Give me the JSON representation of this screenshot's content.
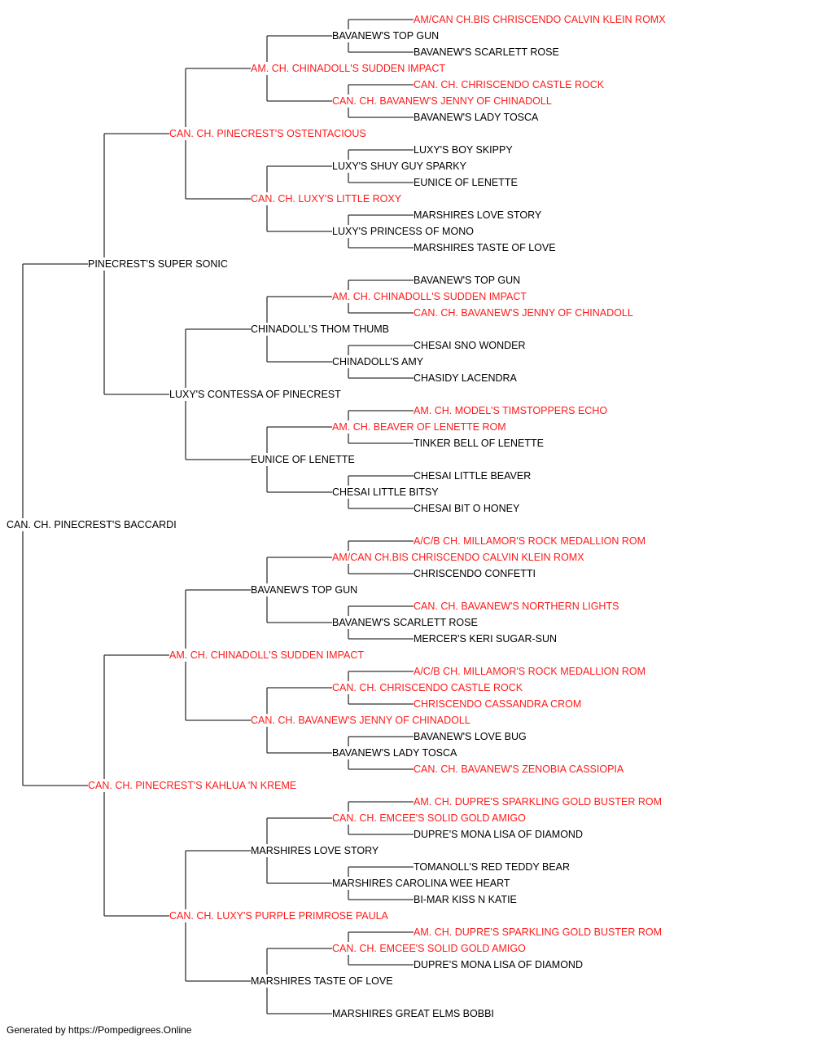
{
  "pedigree": {
    "name": "CAN. CH. PINECREST'S BACCARDI",
    "sire": {
      "name": "PINECREST'S SUPER SONIC",
      "sire": {
        "name": "CAN. CH. PINECREST'S OSTENTACIOUS",
        "champ": true,
        "sire": {
          "name": "AM. CH. CHINADOLL'S SUDDEN IMPACT",
          "champ": true,
          "sire": {
            "name": "BAVANEW'S TOP GUN",
            "sire": {
              "name": "AM/CAN CH.BIS CHRISCENDO CALVIN KLEIN ROMX",
              "champ": true
            },
            "dam": {
              "name": "BAVANEW'S SCARLETT ROSE"
            }
          },
          "dam": {
            "name": "CAN. CH. BAVANEW'S JENNY OF CHINADOLL",
            "champ": true,
            "sire": {
              "name": "CAN. CH. CHRISCENDO CASTLE ROCK",
              "champ": true
            },
            "dam": {
              "name": "BAVANEW'S LADY TOSCA"
            }
          }
        },
        "dam": {
          "name": "CAN. CH. LUXY'S LITTLE ROXY",
          "champ": true,
          "sire": {
            "name": "LUXY'S SHUY GUY SPARKY",
            "sire": {
              "name": "LUXY'S BOY SKIPPY"
            },
            "dam": {
              "name": "EUNICE OF LENETTE"
            }
          },
          "dam": {
            "name": "LUXY'S PRINCESS OF MONO",
            "sire": {
              "name": "MARSHIRES LOVE STORY"
            },
            "dam": {
              "name": "MARSHIRES TASTE OF LOVE"
            }
          }
        }
      },
      "dam": {
        "name": "LUXY'S CONTESSA OF PINECREST",
        "sire": {
          "name": "CHINADOLL'S THOM THUMB",
          "sire": {
            "name": "AM. CH. CHINADOLL'S SUDDEN IMPACT",
            "champ": true,
            "sire": {
              "name": "BAVANEW'S TOP GUN"
            },
            "dam": {
              "name": "CAN. CH. BAVANEW'S JENNY OF CHINADOLL",
              "champ": true
            }
          },
          "dam": {
            "name": "CHINADOLL'S AMY",
            "sire": {
              "name": "CHESAI SNO WONDER"
            },
            "dam": {
              "name": "CHASIDY LACENDRA"
            }
          }
        },
        "dam": {
          "name": "EUNICE OF LENETTE",
          "sire": {
            "name": "AM. CH. BEAVER OF LENETTE ROM",
            "champ": true,
            "sire": {
              "name": "AM. CH. MODEL'S TIMSTOPPERS ECHO",
              "champ": true
            },
            "dam": {
              "name": "TINKER BELL OF LENETTE"
            }
          },
          "dam": {
            "name": "CHESAI LITTLE BITSY",
            "sire": {
              "name": "CHESAI LITTLE BEAVER"
            },
            "dam": {
              "name": "CHESAI BIT O HONEY"
            }
          }
        }
      }
    },
    "dam": {
      "name": "CAN. CH. PINECREST'S KAHLUA 'N KREME",
      "champ": true,
      "sire": {
        "name": "AM. CH. CHINADOLL'S SUDDEN IMPACT",
        "champ": true,
        "sire": {
          "name": "BAVANEW'S TOP GUN",
          "sire": {
            "name": "AM/CAN CH.BIS CHRISCENDO CALVIN KLEIN ROMX",
            "champ": true,
            "sire": {
              "name": "A/C/B CH. MILLAMOR'S ROCK MEDALLION ROM",
              "champ": true
            },
            "dam": {
              "name": "CHRISCENDO CONFETTI"
            }
          },
          "dam": {
            "name": "BAVANEW'S SCARLETT ROSE",
            "sire": {
              "name": "CAN. CH. BAVANEW'S NORTHERN LIGHTS",
              "champ": true
            },
            "dam": {
              "name": "MERCER'S KERI SUGAR-SUN"
            }
          }
        },
        "dam": {
          "name": "CAN. CH. BAVANEW'S JENNY OF CHINADOLL",
          "champ": true,
          "sire": {
            "name": "CAN. CH. CHRISCENDO CASTLE ROCK",
            "champ": true,
            "sire": {
              "name": "A/C/B CH. MILLAMOR'S ROCK MEDALLION ROM",
              "champ": true
            },
            "dam": {
              "name": "CHRISCENDO CASSANDRA CROM",
              "champ": true
            }
          },
          "dam": {
            "name": "BAVANEW'S LADY TOSCA",
            "sire": {
              "name": "BAVANEW'S LOVE BUG"
            },
            "dam": {
              "name": "CAN. CH. BAVANEW'S ZENOBIA CASSIOPIA",
              "champ": true
            }
          }
        }
      },
      "dam": {
        "name": "CAN. CH. LUXY'S PURPLE PRIMROSE PAULA",
        "champ": true,
        "sire": {
          "name": "MARSHIRES LOVE STORY",
          "sire": {
            "name": "CAN. CH. EMCEE'S SOLID GOLD AMIGO",
            "champ": true,
            "sire": {
              "name": "AM. CH. DUPRE'S SPARKLING GOLD BUSTER ROM",
              "champ": true
            },
            "dam": {
              "name": "DUPRE'S MONA LISA OF DIAMOND"
            }
          },
          "dam": {
            "name": "MARSHIRES CAROLINA WEE HEART",
            "sire": {
              "name": "TOMANOLL'S RED TEDDY BEAR"
            },
            "dam": {
              "name": "BI-MAR KISS N KATIE"
            }
          }
        },
        "dam": {
          "name": "MARSHIRES TASTE OF LOVE",
          "sire": {
            "name": "CAN. CH. EMCEE'S SOLID GOLD AMIGO",
            "champ": true,
            "sire": {
              "name": "AM. CH. DUPRE'S SPARKLING GOLD BUSTER ROM",
              "champ": true
            },
            "dam": {
              "name": "DUPRE'S MONA LISA OF DIAMOND"
            }
          },
          "dam": {
            "name": "MARSHIRES GREAT ELMS BOBBI"
          }
        }
      }
    }
  },
  "colors": {
    "champion": "#ff1a1a",
    "normal": "#000000",
    "line": "#333333"
  },
  "footer": "Generated by https://Pompedigrees.Online"
}
